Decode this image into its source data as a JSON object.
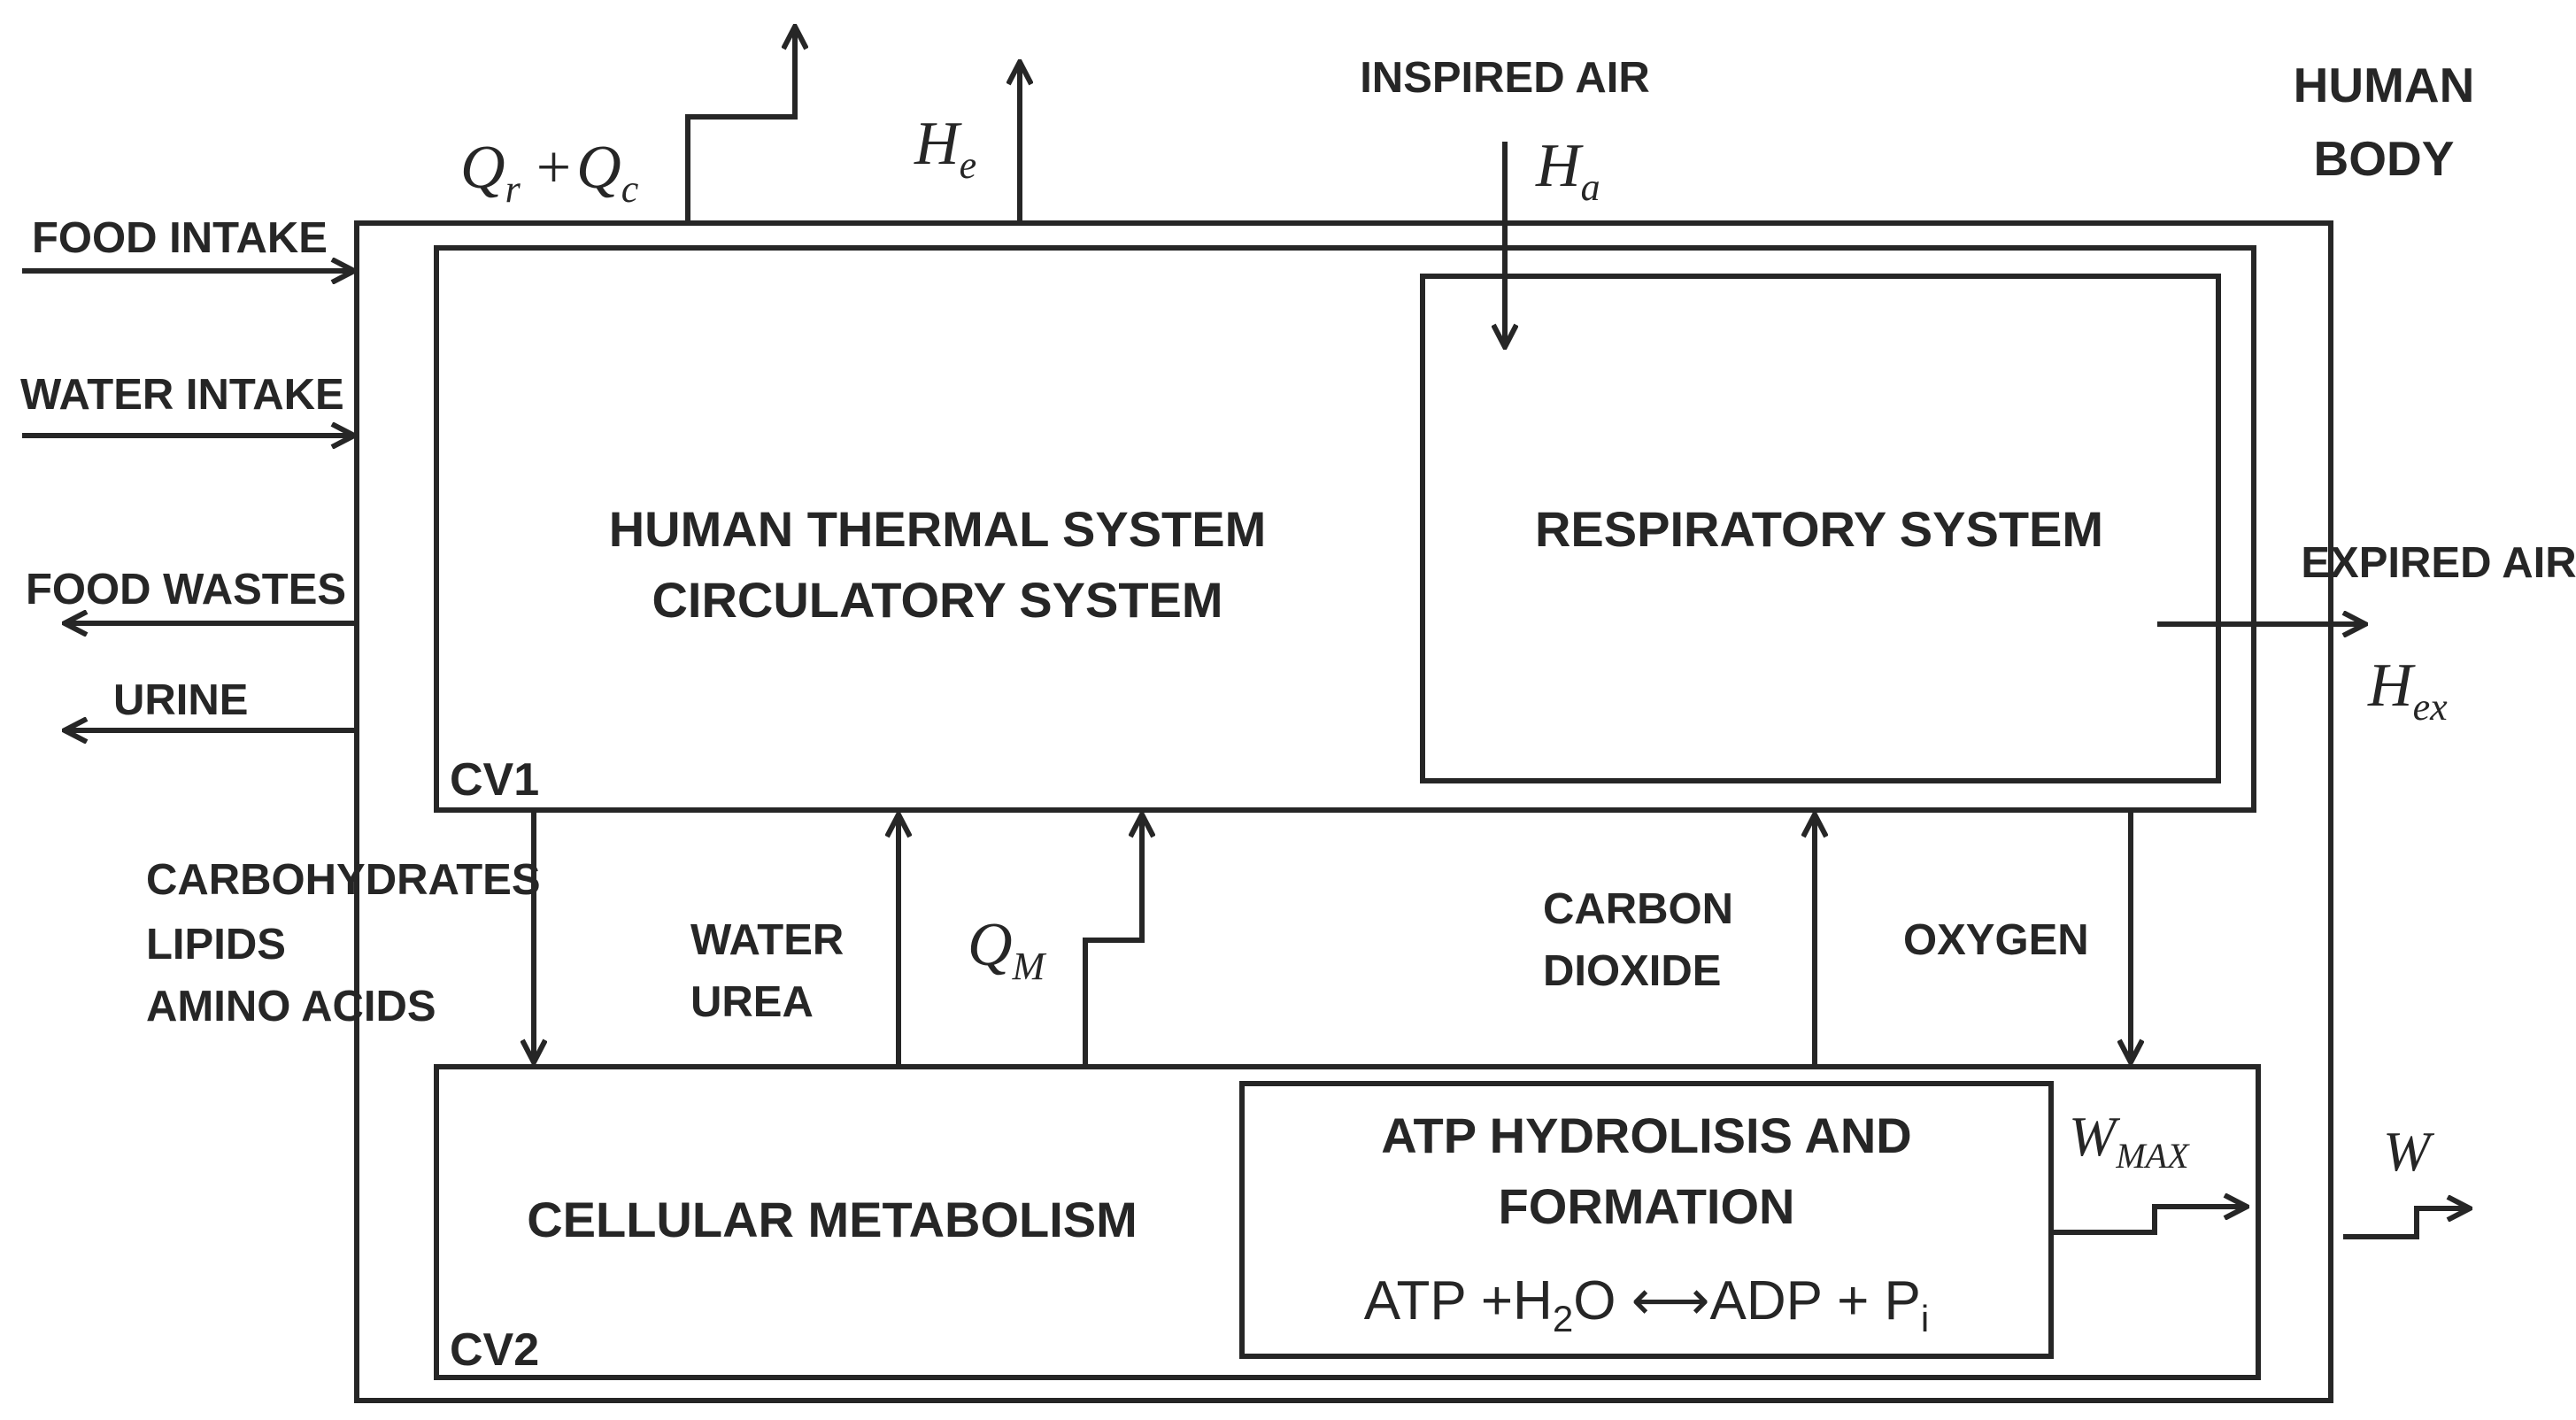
{
  "labels": {
    "human_body_1": "HUMAN",
    "human_body_2": "BODY",
    "inspired_air": "INSPIRED AIR",
    "expired_air": "EXPIRED AIR",
    "food_intake": "FOOD INTAKE",
    "water_intake": "WATER INTAKE",
    "food_wastes": "FOOD WASTES",
    "urine": "URINE",
    "thermal_system": "HUMAN THERMAL SYSTEM",
    "circulatory_system": "CIRCULATORY SYSTEM",
    "respiratory_system": "RESPIRATORY SYSTEM",
    "cv1": "CV1",
    "cv2": "CV2",
    "carbohydrates": "CARBOHYDRATES",
    "lipids": "LIPIDS",
    "amino_acids": "AMINO ACIDS",
    "water": "WATER",
    "urea": "UREA",
    "carbon": "CARBON",
    "dioxide": "DIOXIDE",
    "oxygen": "OXYGEN",
    "cellular_metabolism": "CELLULAR METABOLISM",
    "atp_line1": "ATP HYDROLISIS AND",
    "atp_line2": "FORMATION"
  },
  "symbols": {
    "Qr": "Q",
    "Qr_sub": "r",
    "plus": "+",
    "Qc": "Q",
    "Qc_sub": "c",
    "He": "H",
    "He_sub": "e",
    "Ha": "H",
    "Ha_sub": "a",
    "Hex": "H",
    "Hex_sub": "ex",
    "QM": "Q",
    "QM_sub": "M",
    "Wmax": "W",
    "Wmax_sub": "MAX",
    "W": "W"
  },
  "equation": {
    "part1": "ATP +H",
    "sub1": "2",
    "part2": "O ",
    "arrow": "⟷",
    "part3": "ADP + P",
    "sub2": "i"
  }
}
